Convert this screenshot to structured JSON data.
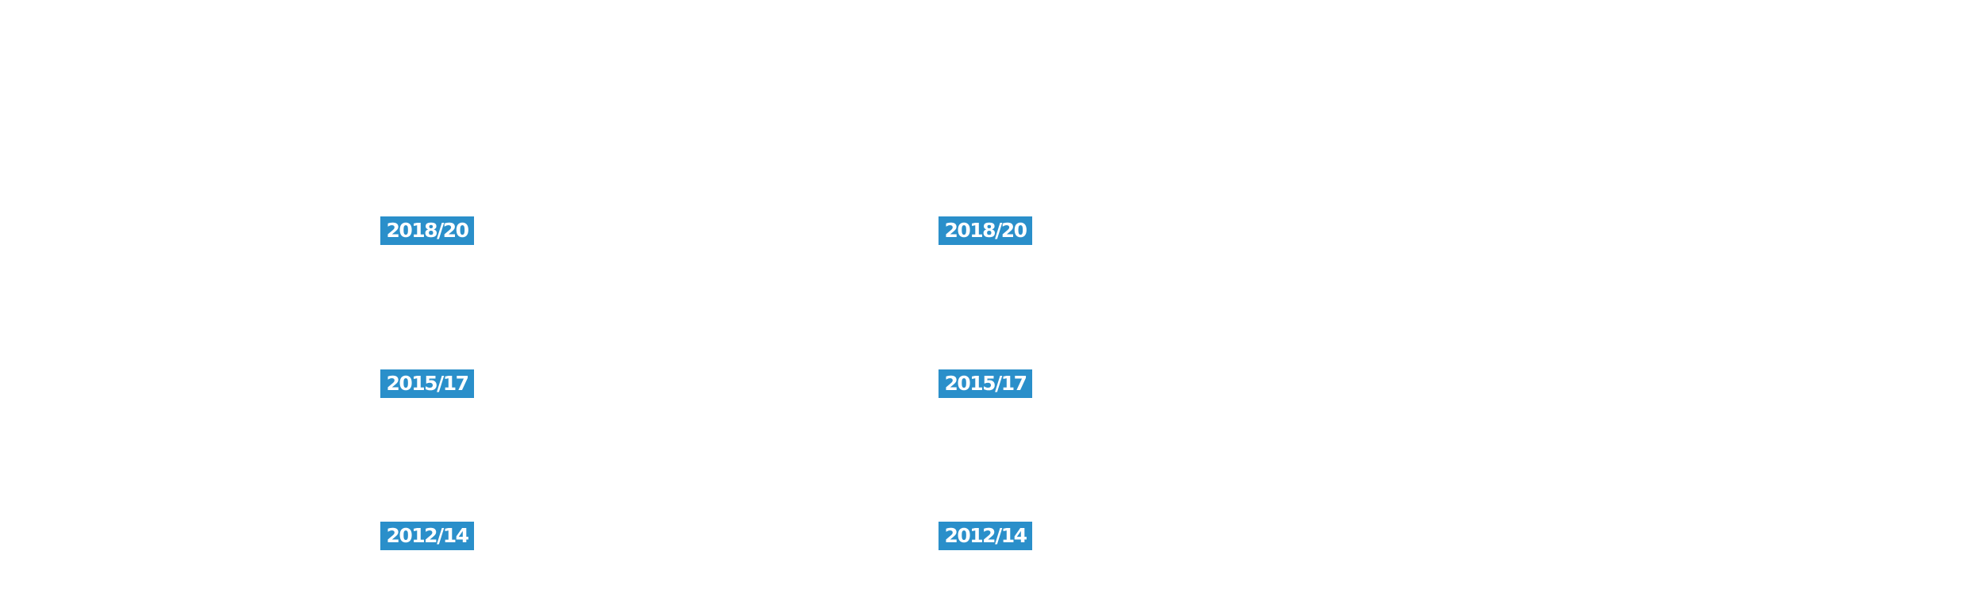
{
  "left_column": {
    "periods": [
      "2018/20",
      "2015/17",
      "2012/14"
    ]
  },
  "right_column": {
    "periods": [
      "2018/20",
      "2015/17",
      "2012/14"
    ]
  },
  "colors": {
    "badge_background": "#2a8fca",
    "badge_text": "#ffffff",
    "page_background": "#ffffff"
  }
}
